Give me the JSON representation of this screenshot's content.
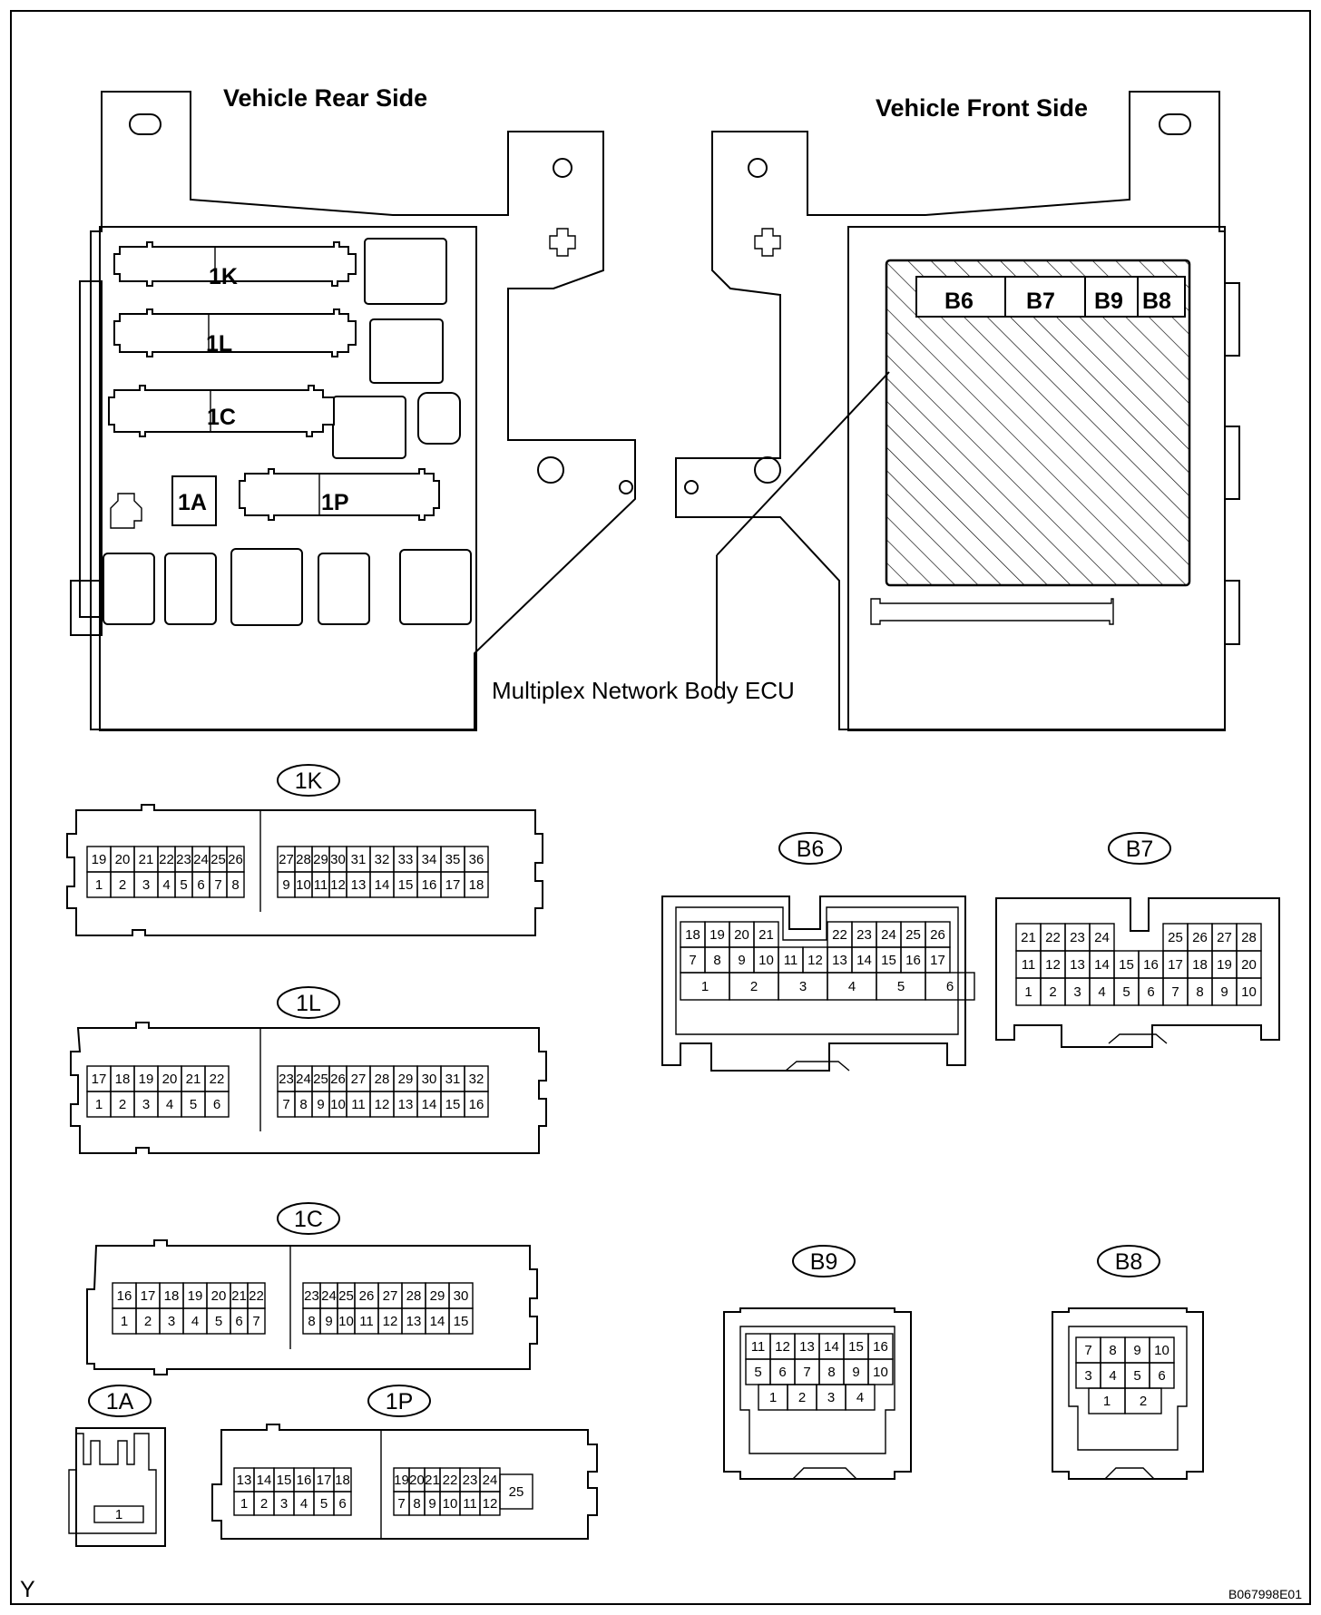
{
  "header": {
    "rear_side_title": "Vehicle Rear Side",
    "front_side_title": "Vehicle Front Side"
  },
  "overview": {
    "rear_connectors": [
      "1K",
      "1L",
      "1C",
      "1A",
      "1P"
    ],
    "front_connectors": [
      "B6",
      "B7",
      "B9",
      "B8"
    ],
    "ecu_label": "Multiplex Network Body ECU"
  },
  "connectors": {
    "1K": {
      "label": "1K",
      "top": [
        "19",
        "20",
        "21",
        "22",
        "23",
        "24",
        "25",
        "26",
        "27",
        "28",
        "29",
        "30",
        "31",
        "32",
        "33",
        "34",
        "35",
        "36"
      ],
      "bottom": [
        "1",
        "2",
        "3",
        "4",
        "5",
        "6",
        "7",
        "8",
        "9",
        "10",
        "11",
        "12",
        "13",
        "14",
        "15",
        "16",
        "17",
        "18"
      ]
    },
    "1L": {
      "label": "1L",
      "top": [
        "17",
        "18",
        "19",
        "20",
        "21",
        "22",
        "23",
        "24",
        "25",
        "26",
        "27",
        "28",
        "29",
        "30",
        "31",
        "32"
      ],
      "bottom": [
        "1",
        "2",
        "3",
        "4",
        "5",
        "6",
        "7",
        "8",
        "9",
        "10",
        "11",
        "12",
        "13",
        "14",
        "15",
        "16"
      ]
    },
    "1C": {
      "label": "1C",
      "top": [
        "16",
        "17",
        "18",
        "19",
        "20",
        "21",
        "22",
        "23",
        "24",
        "25",
        "26",
        "27",
        "28",
        "29",
        "30"
      ],
      "bottom": [
        "1",
        "2",
        "3",
        "4",
        "5",
        "6",
        "7",
        "8",
        "9",
        "10",
        "11",
        "12",
        "13",
        "14",
        "15"
      ]
    },
    "1A": {
      "label": "1A",
      "pins": [
        "1"
      ]
    },
    "1P": {
      "label": "1P",
      "top": [
        "13",
        "14",
        "15",
        "16",
        "17",
        "18",
        "19",
        "20",
        "21",
        "22",
        "23",
        "24"
      ],
      "bottom": [
        "1",
        "2",
        "3",
        "4",
        "5",
        "6",
        "7",
        "8",
        "9",
        "10",
        "11",
        "12"
      ],
      "side": "25"
    },
    "B6": {
      "label": "B6",
      "top": [
        "18",
        "19",
        "20",
        "21",
        "22",
        "23",
        "24",
        "25",
        "26"
      ],
      "mid": [
        "7",
        "8",
        "9",
        "10",
        "11",
        "12",
        "13",
        "14",
        "15",
        "16",
        "17"
      ],
      "bottom": [
        "1",
        "2",
        "3",
        "4",
        "5",
        "6"
      ]
    },
    "B7": {
      "label": "B7",
      "top": [
        "21",
        "22",
        "23",
        "24",
        "25",
        "26",
        "27",
        "28"
      ],
      "mid": [
        "11",
        "12",
        "13",
        "14",
        "15",
        "16",
        "17",
        "18",
        "19",
        "20"
      ],
      "bottom": [
        "1",
        "2",
        "3",
        "4",
        "5",
        "6",
        "7",
        "8",
        "9",
        "10"
      ]
    },
    "B9": {
      "label": "B9",
      "top": [
        "11",
        "12",
        "13",
        "14",
        "15",
        "16"
      ],
      "mid": [
        "5",
        "6",
        "7",
        "8",
        "9",
        "10"
      ],
      "bottom": [
        "1",
        "2",
        "3",
        "4"
      ]
    },
    "B8": {
      "label": "B8",
      "top": [
        "7",
        "8",
        "9",
        "10"
      ],
      "mid": [
        "3",
        "4",
        "5",
        "6"
      ],
      "bottom": [
        "1",
        "2"
      ]
    }
  },
  "footer": {
    "corner_mark": "Y",
    "figure_code": "B067998E01"
  }
}
